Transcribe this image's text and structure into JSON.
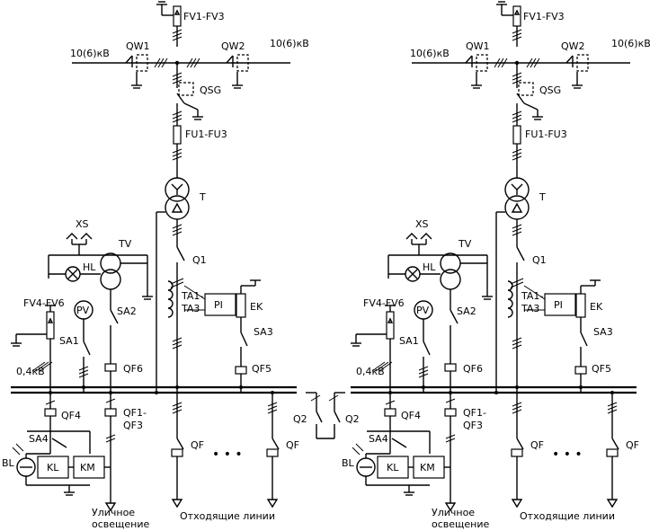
{
  "substations": [
    {
      "id": "left",
      "labels": {
        "fv_top": "FV1-FV3",
        "qw1": "QW1",
        "qw2": "QW2",
        "hv_left": "10(6)кВ",
        "hv_right": "10(6)кВ",
        "qsg": "QSG",
        "fu": "FU1-FU3",
        "t": "T",
        "xs": "XS",
        "tv": "TV",
        "hl": "HL",
        "q1": "Q1",
        "ta_top": "TA1-",
        "ta_bottom": "TA3",
        "pi": "PI",
        "ek": "EK",
        "fv_low": "FV4-FV6",
        "pv": "PV",
        "sa2": "SA2",
        "sa1": "SA1",
        "sa3": "SA3",
        "lv": "0,4кВ",
        "qf6": "QF6",
        "qf5": "QF5",
        "qf4": "QF4",
        "qf1_top": "QF1-",
        "qf1_bottom": "QF3",
        "sa4": "SA4",
        "bl": "BL",
        "kl": "KL",
        "km": "KM",
        "qf_a": "QF",
        "qf_b": "QF",
        "dots": "• • •",
        "q2": "Q2",
        "street_1": "Уличное",
        "street_2": "освещение",
        "outgoing": "Отходящие линии"
      }
    },
    {
      "id": "right",
      "labels": {
        "fv_top": "FV1-FV3",
        "qw1": "QW1",
        "qw2": "QW2",
        "hv_left": "10(6)кВ",
        "hv_right": "10(6)кВ",
        "qsg": "QSG",
        "fu": "FU1-FU3",
        "t": "T",
        "xs": "XS",
        "tv": "TV",
        "hl": "HL",
        "q1": "Q1",
        "ta_top": "TA1-",
        "ta_bottom": "TA3",
        "pi": "PI",
        "ek": "EK",
        "fv_low": "FV4-FV6",
        "pv": "PV",
        "sa2": "SA2",
        "sa1": "SA1",
        "sa3": "SA3",
        "lv": "0,4кВ",
        "qf6": "QF6",
        "qf5": "QF5",
        "qf4": "QF4",
        "qf1_top": "QF1-",
        "qf1_bottom": "QF3",
        "sa4": "SA4",
        "bl": "BL",
        "kl": "KL",
        "km": "KM",
        "qf_a": "QF",
        "qf_b": "QF",
        "dots": "• • •",
        "q2": "Q2",
        "street_1": "Уличное",
        "street_2": "освещение",
        "outgoing": "Отходящие линии"
      }
    }
  ]
}
